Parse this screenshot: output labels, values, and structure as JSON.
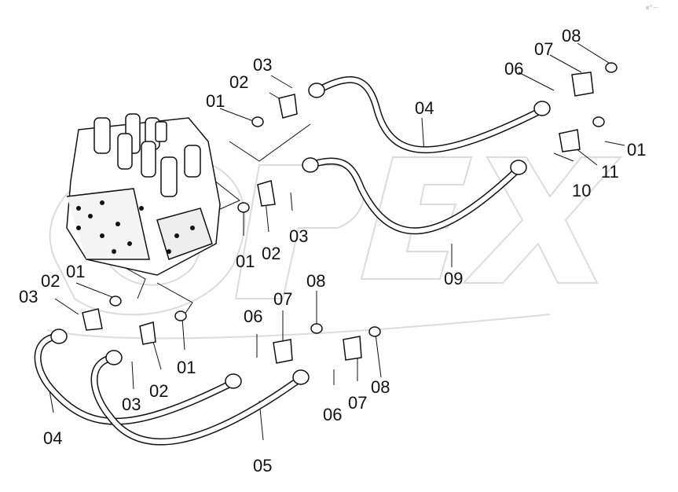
{
  "corner_mark": "e° ─",
  "watermark_text": "OPEX",
  "callouts": [
    {
      "id": "c1",
      "text": "03"
    },
    {
      "id": "c2",
      "text": "02"
    },
    {
      "id": "c3",
      "text": "01"
    },
    {
      "id": "c4",
      "text": "04"
    },
    {
      "id": "c5",
      "text": "06"
    },
    {
      "id": "c6",
      "text": "07"
    },
    {
      "id": "c7",
      "text": "08"
    },
    {
      "id": "c8",
      "text": "01"
    },
    {
      "id": "c9",
      "text": "11"
    },
    {
      "id": "c10",
      "text": "10"
    },
    {
      "id": "c11",
      "text": "01"
    },
    {
      "id": "c12",
      "text": "02"
    },
    {
      "id": "c13",
      "text": "03"
    },
    {
      "id": "c14",
      "text": "09"
    },
    {
      "id": "c15",
      "text": "03"
    },
    {
      "id": "c16",
      "text": "02"
    },
    {
      "id": "c17",
      "text": "01"
    },
    {
      "id": "c18",
      "text": "01"
    },
    {
      "id": "c19",
      "text": "03"
    },
    {
      "id": "c20",
      "text": "02"
    },
    {
      "id": "c21",
      "text": "04"
    },
    {
      "id": "c22",
      "text": "05"
    },
    {
      "id": "c23",
      "text": "06"
    },
    {
      "id": "c24",
      "text": "07"
    },
    {
      "id": "c25",
      "text": "08"
    },
    {
      "id": "c26",
      "text": "06"
    },
    {
      "id": "c27",
      "text": "07"
    },
    {
      "id": "c28",
      "text": "08"
    }
  ]
}
